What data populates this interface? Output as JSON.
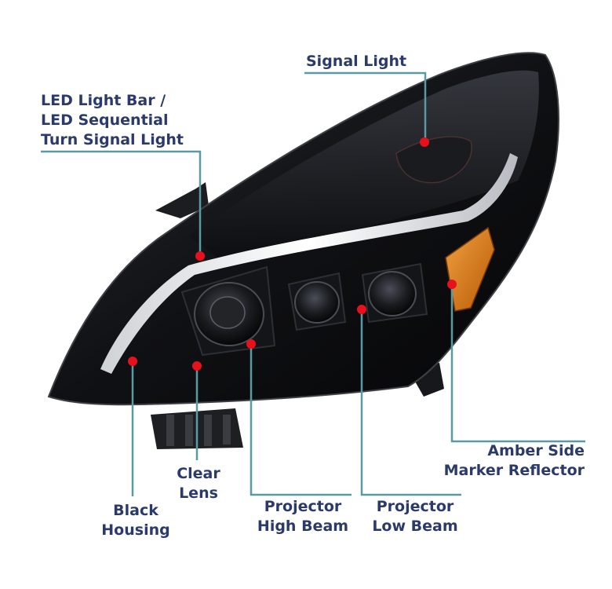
{
  "callouts": {
    "signal_light": [
      "Signal Light"
    ],
    "led_light_bar": [
      "LED Light Bar /",
      "LED Sequential",
      "Turn Signal Light"
    ],
    "amber_side_marker": [
      "Amber Side",
      "Marker Reflector"
    ],
    "clear_lens": [
      "Clear",
      "Lens"
    ],
    "black_housing": [
      "Black",
      "Housing"
    ],
    "projector_high_beam": [
      "Projector",
      "High Beam"
    ],
    "projector_low_beam": [
      "Projector",
      "Low Beam"
    ]
  },
  "colors": {
    "label_text": "#2a3a6a",
    "leader_line": "#5a9aa4",
    "marker_dot": "#e8101a",
    "housing": "#0b0b0d",
    "amber": "#d9790e"
  }
}
